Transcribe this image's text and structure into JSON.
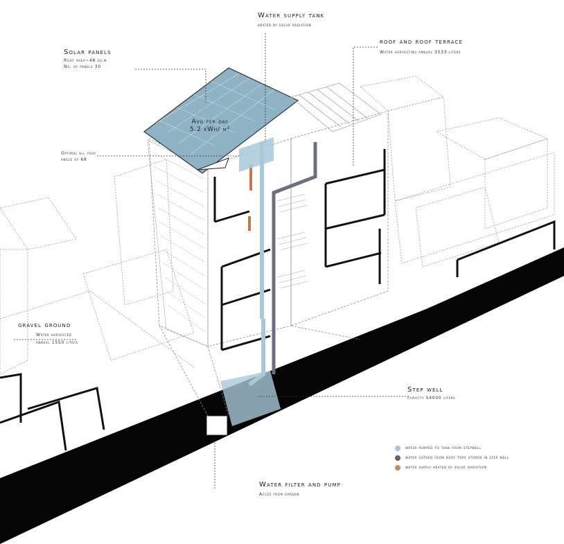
{
  "labels": {
    "water_tank": {
      "title": "Water supply tank",
      "sub": "heated by solar radiation"
    },
    "roof_terrace": {
      "title": "roof and roof terrace",
      "sub": "Water harvesting annual 3533 liters"
    },
    "solar_panels": {
      "title": "Solar panels",
      "sub1": "Roof area~48 sq.m",
      "sub2": "No. of panels 30"
    },
    "solar_value": {
      "line1": "Avg per day",
      "line2": "5.2 kWh/ m²"
    },
    "angle": {
      "line1": "Optimal all year",
      "line2": "angle of 68"
    },
    "gravel": {
      "title": "gravel ground",
      "sub1": "Water harvested",
      "sub2": "annual 1550 liters"
    },
    "step_well": {
      "title": "Step well",
      "sub": "capacity 54000 liters"
    },
    "filter_pump": {
      "title": "Water filter and pump",
      "sub": "Acces from garden"
    }
  },
  "legend": [
    {
      "color": "#a8c8d8",
      "text": "water pumped to tank from stepwell"
    },
    {
      "color": "#5c6372",
      "text": "water gathed from roof tops stored in step well"
    },
    {
      "color": "#d08860",
      "text": "water supply heated by solar radiation"
    }
  ],
  "colors": {
    "solar": "#8fb3c4",
    "pipe_blue": "#a8c8d8",
    "pipe_grey": "#6a7080",
    "pipe_orange": "#c8754a",
    "ground": "#050505"
  }
}
